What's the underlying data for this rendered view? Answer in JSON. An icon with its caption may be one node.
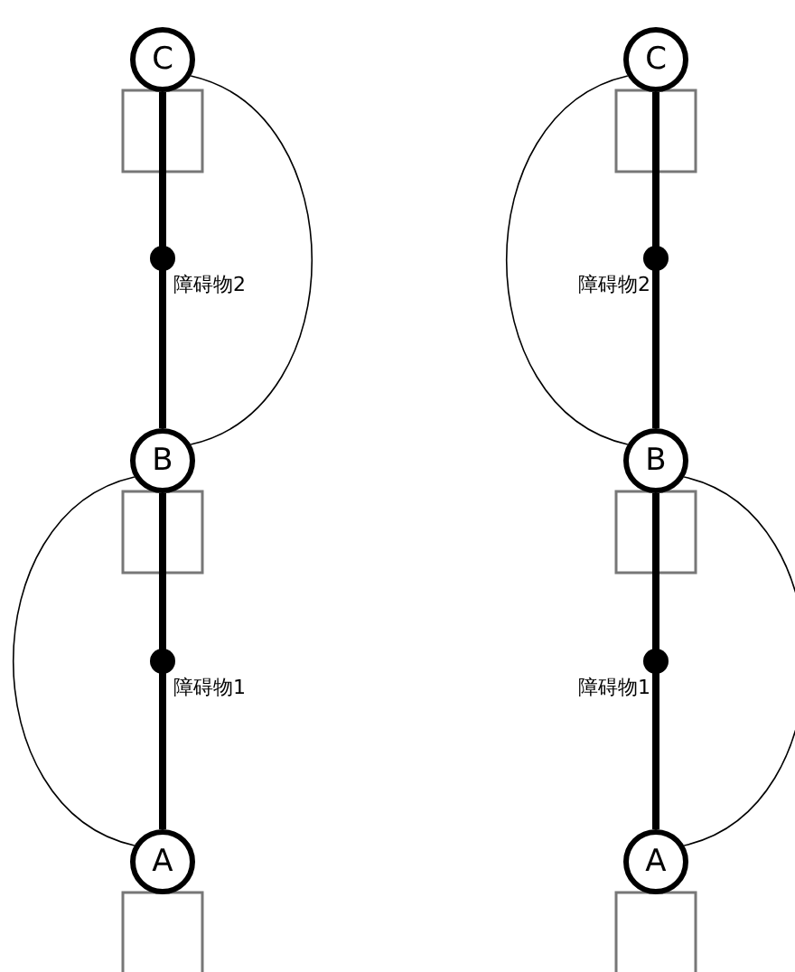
{
  "diagram": {
    "nodes": [
      {
        "text": [
          "C"
        ]
      },
      {
        "text": [
          "B"
        ]
      },
      {
        "text": [
          "A"
        ]
      },
      {
        "text": [
          "C"
        ]
      },
      {
        "text": [
          "B"
        ]
      },
      {
        "text": [
          "A"
        ]
      }
    ],
    "edges": [
      {
        "from": 0,
        "to": 1,
        "arrow": "none",
        "style": "thick"
      },
      {
        "from": 1,
        "to": 2,
        "arrow": "none",
        "style": "thick"
      },
      {
        "from": 0,
        "to": 1,
        "arrow": "none"
      },
      {
        "from": 1,
        "to": 2,
        "arrow": "none"
      },
      {
        "from": 3,
        "to": 4,
        "arrow": "none",
        "style": "thick"
      },
      {
        "from": 4,
        "to": 5,
        "arrow": "none",
        "style": "thick"
      },
      {
        "from": 3,
        "to": 4,
        "arrow": "none"
      },
      {
        "from": 4,
        "to": 5,
        "arrow": "none"
      }
    ],
    "labels": [
      "障碍物2",
      "障碍物1",
      "障碍物2",
      "障碍物1"
    ]
  }
}
